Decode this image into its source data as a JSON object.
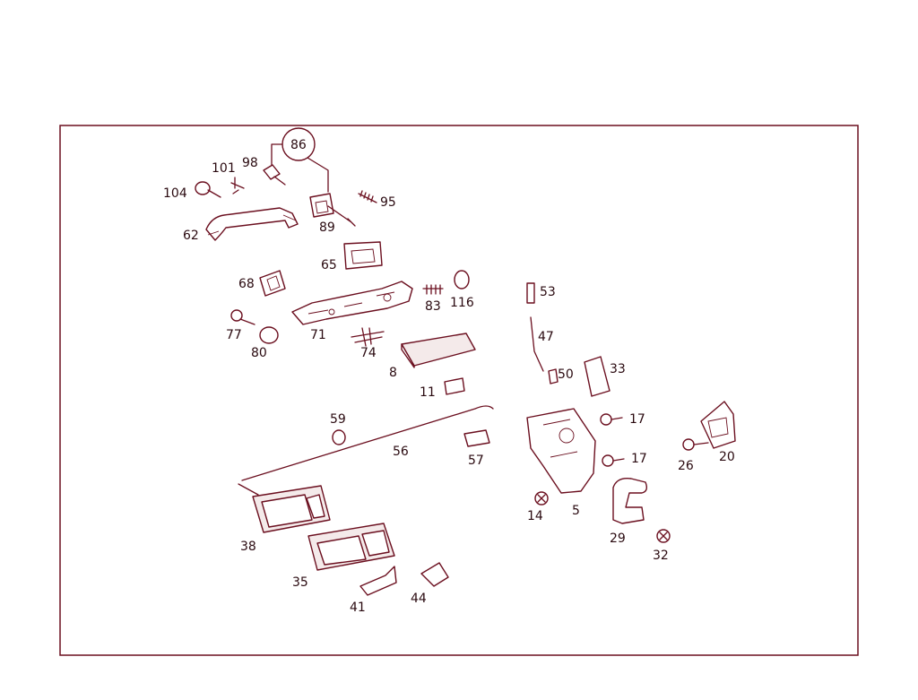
{
  "diagram": {
    "callouts": {
      "p86": "86",
      "p98": "98",
      "p101": "101",
      "p104": "104",
      "p95": "95",
      "p89": "89",
      "p62": "62",
      "p65": "65",
      "p68": "68",
      "p83": "83",
      "p116": "116",
      "p77": "77",
      "p71": "71",
      "p80": "80",
      "p74": "74",
      "p8": "8",
      "p11": "11",
      "p53": "53",
      "p47": "47",
      "p50": "50",
      "p33": "33",
      "p17a": "17",
      "p17b": "17",
      "p20": "20",
      "p26": "26",
      "p59": "59",
      "p56": "56",
      "p57": "57",
      "p5": "5",
      "p14": "14",
      "p29": "29",
      "p32": "32",
      "p38": "38",
      "p35": "35",
      "p41": "41",
      "p44": "44"
    }
  }
}
